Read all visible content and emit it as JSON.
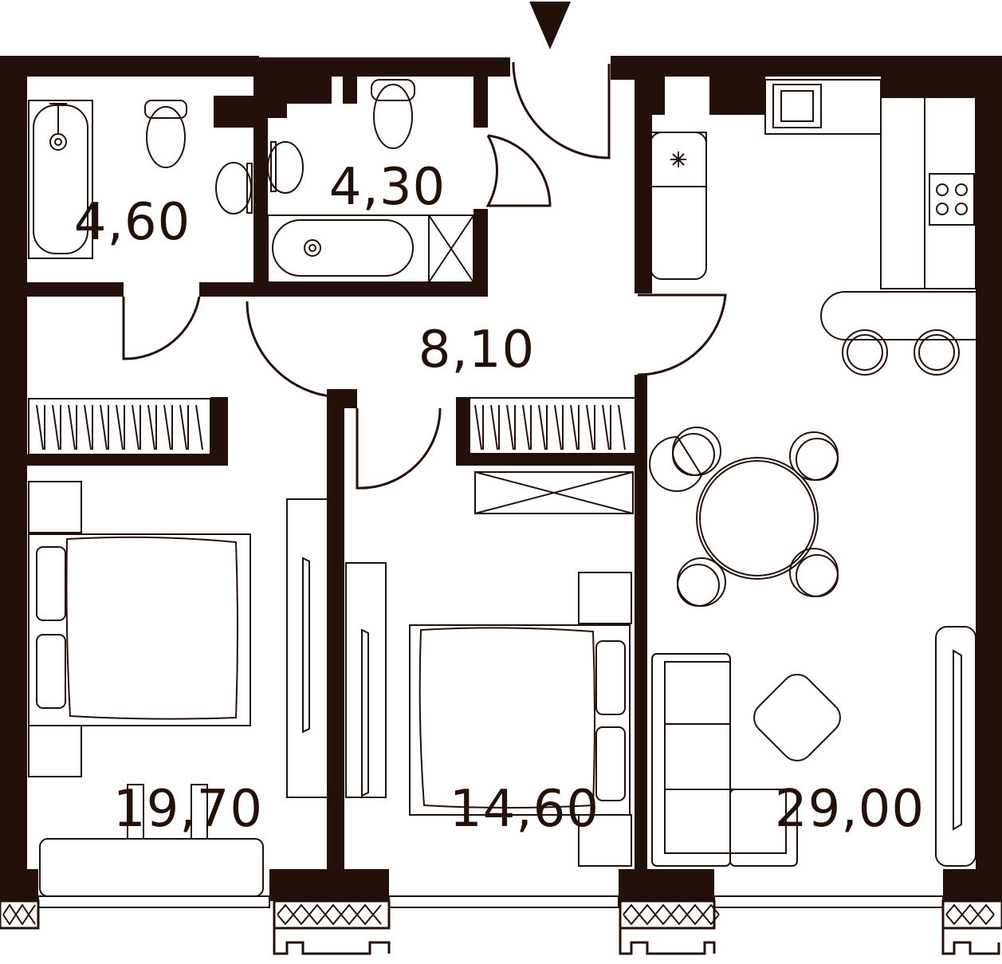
{
  "plan": {
    "colors": {
      "wall": "#231109",
      "background": "#ffffff"
    },
    "entrance_marker_icon": "entrance-arrow-icon",
    "rooms": {
      "bathroom_left": {
        "area": "4,60"
      },
      "bathroom_right": {
        "area": "4,30"
      },
      "hallway": {
        "area": "8,10"
      },
      "bedroom_left": {
        "area": "19,70"
      },
      "bedroom_middle": {
        "area": "14,60"
      },
      "kitchen_living": {
        "area": "29,00"
      }
    }
  }
}
